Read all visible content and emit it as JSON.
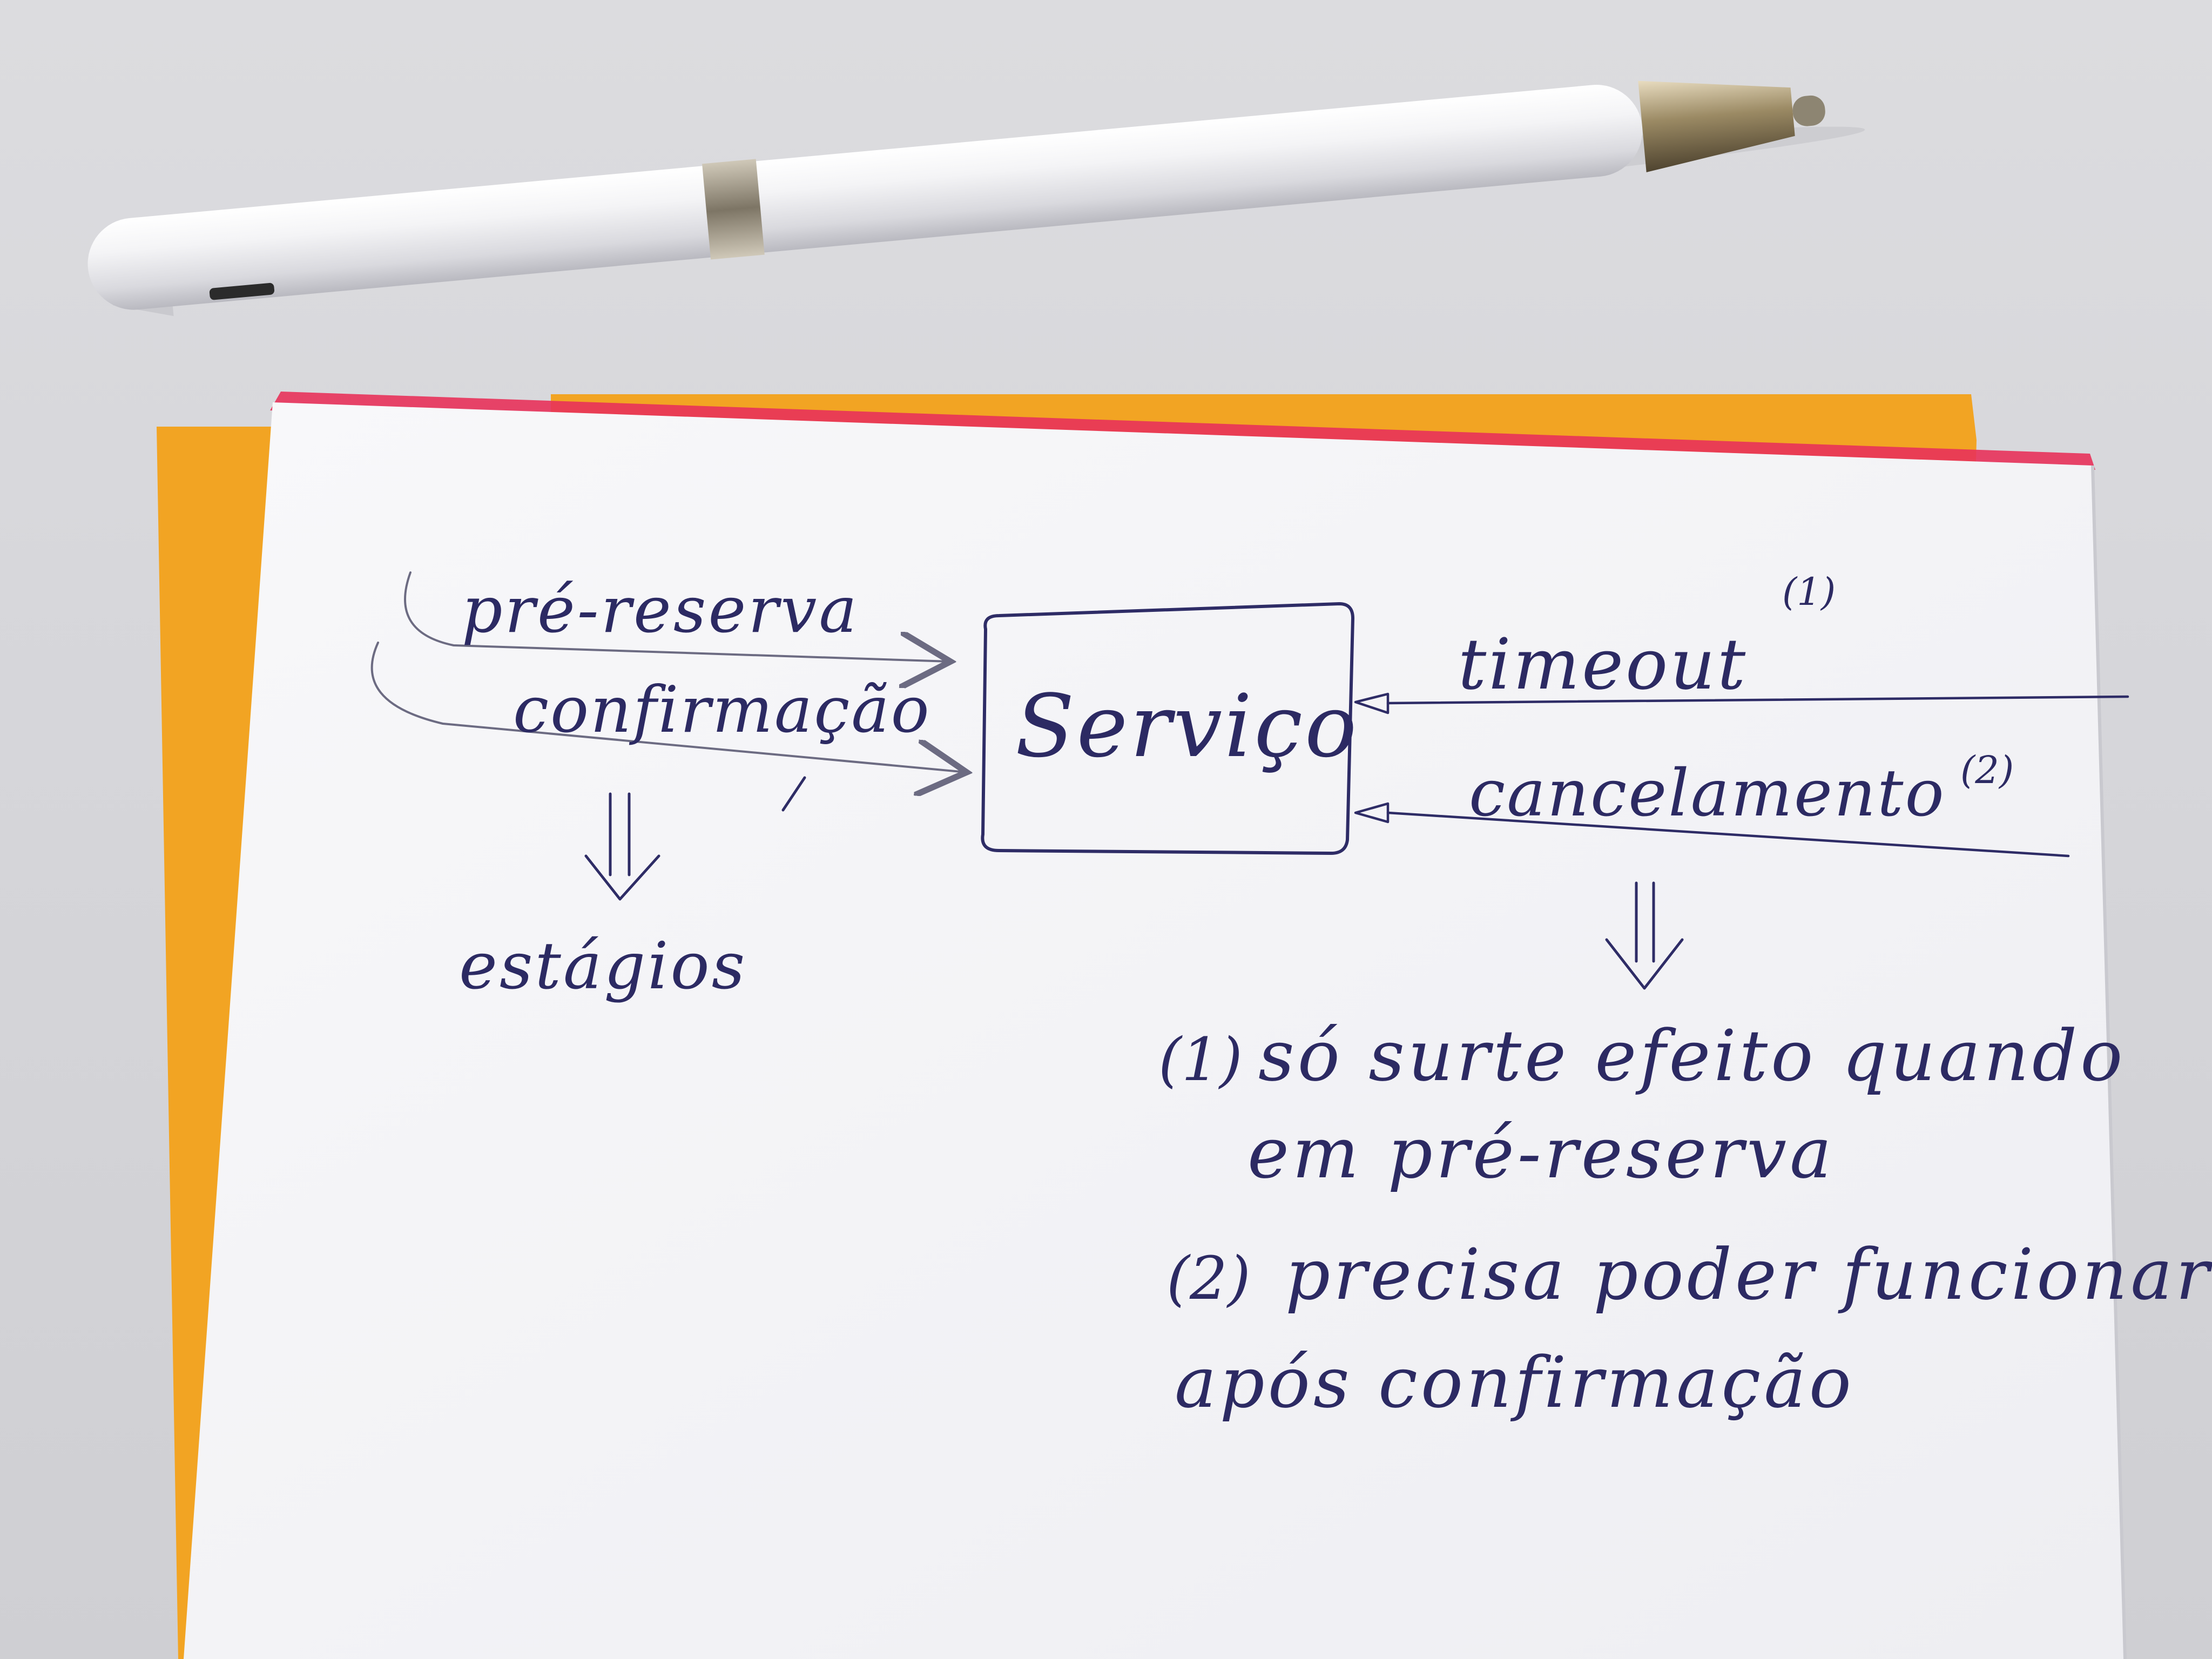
{
  "note": {
    "input_labels": [
      "pré-reserva",
      "confirmação"
    ],
    "service_label": "Serviço",
    "event_labels": [
      "timeout",
      "cancelamento"
    ],
    "event_markers": [
      "(1)",
      "(2)"
    ],
    "result_label": "estágios",
    "footnotes": [
      {
        "marker": "(1)",
        "lines": [
          "só surte efeito quando",
          "em pré-reserva"
        ]
      },
      {
        "marker": "(2)",
        "lines": [
          "precisa poder funcionar",
          "após confirmação"
        ]
      }
    ]
  },
  "colors": {
    "ink": "#2e2c66",
    "paper": "#f6f6f8",
    "orange_pad": "#f2a423",
    "pink_edge": "#e8325a",
    "background": "#d8d8dc"
  },
  "objects": [
    "pen-icon",
    "notepad"
  ]
}
